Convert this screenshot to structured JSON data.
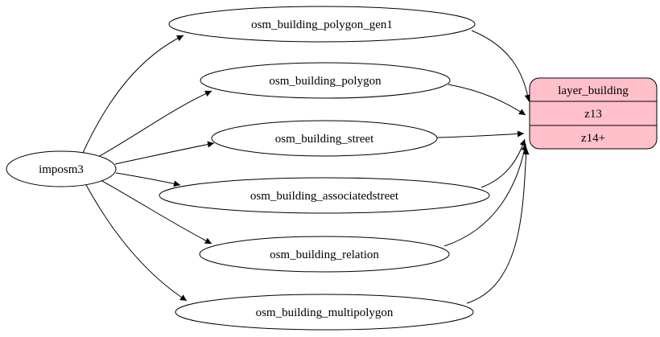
{
  "diagram": {
    "type": "graph",
    "background": "#ffffff",
    "source_node": {
      "id": "imposm3",
      "label": "imposm3"
    },
    "tables": [
      {
        "id": "osm_building_polygon_gen1",
        "label": "osm_building_polygon_gen1"
      },
      {
        "id": "osm_building_polygon",
        "label": "osm_building_polygon"
      },
      {
        "id": "osm_building_street",
        "label": "osm_building_street"
      },
      {
        "id": "osm_building_associatedstreet",
        "label": "osm_building_associatedstreet"
      },
      {
        "id": "osm_building_relation",
        "label": "osm_building_relation"
      },
      {
        "id": "osm_building_multipolygon",
        "label": "osm_building_multipolygon"
      }
    ],
    "layer": {
      "id": "layer_building",
      "title": "layer_building",
      "rows": [
        "z13",
        "z14+"
      ],
      "fill": "#ffc0cb",
      "stroke": "#000000"
    },
    "edges": [
      {
        "from": "imposm3",
        "to": "osm_building_polygon_gen1"
      },
      {
        "from": "imposm3",
        "to": "osm_building_polygon"
      },
      {
        "from": "imposm3",
        "to": "osm_building_street"
      },
      {
        "from": "imposm3",
        "to": "osm_building_associatedstreet"
      },
      {
        "from": "imposm3",
        "to": "osm_building_relation"
      },
      {
        "from": "imposm3",
        "to": "osm_building_multipolygon"
      },
      {
        "from": "osm_building_polygon_gen1",
        "to": "layer_building"
      },
      {
        "from": "osm_building_polygon",
        "to": "layer_building"
      },
      {
        "from": "osm_building_street",
        "to": "layer_building"
      },
      {
        "from": "osm_building_associatedstreet",
        "to": "layer_building"
      },
      {
        "from": "osm_building_relation",
        "to": "layer_building"
      },
      {
        "from": "osm_building_multipolygon",
        "to": "layer_building"
      }
    ],
    "colors": {
      "node_fill": "#ffffff",
      "node_stroke": "#000000",
      "edge": "#000000"
    }
  }
}
